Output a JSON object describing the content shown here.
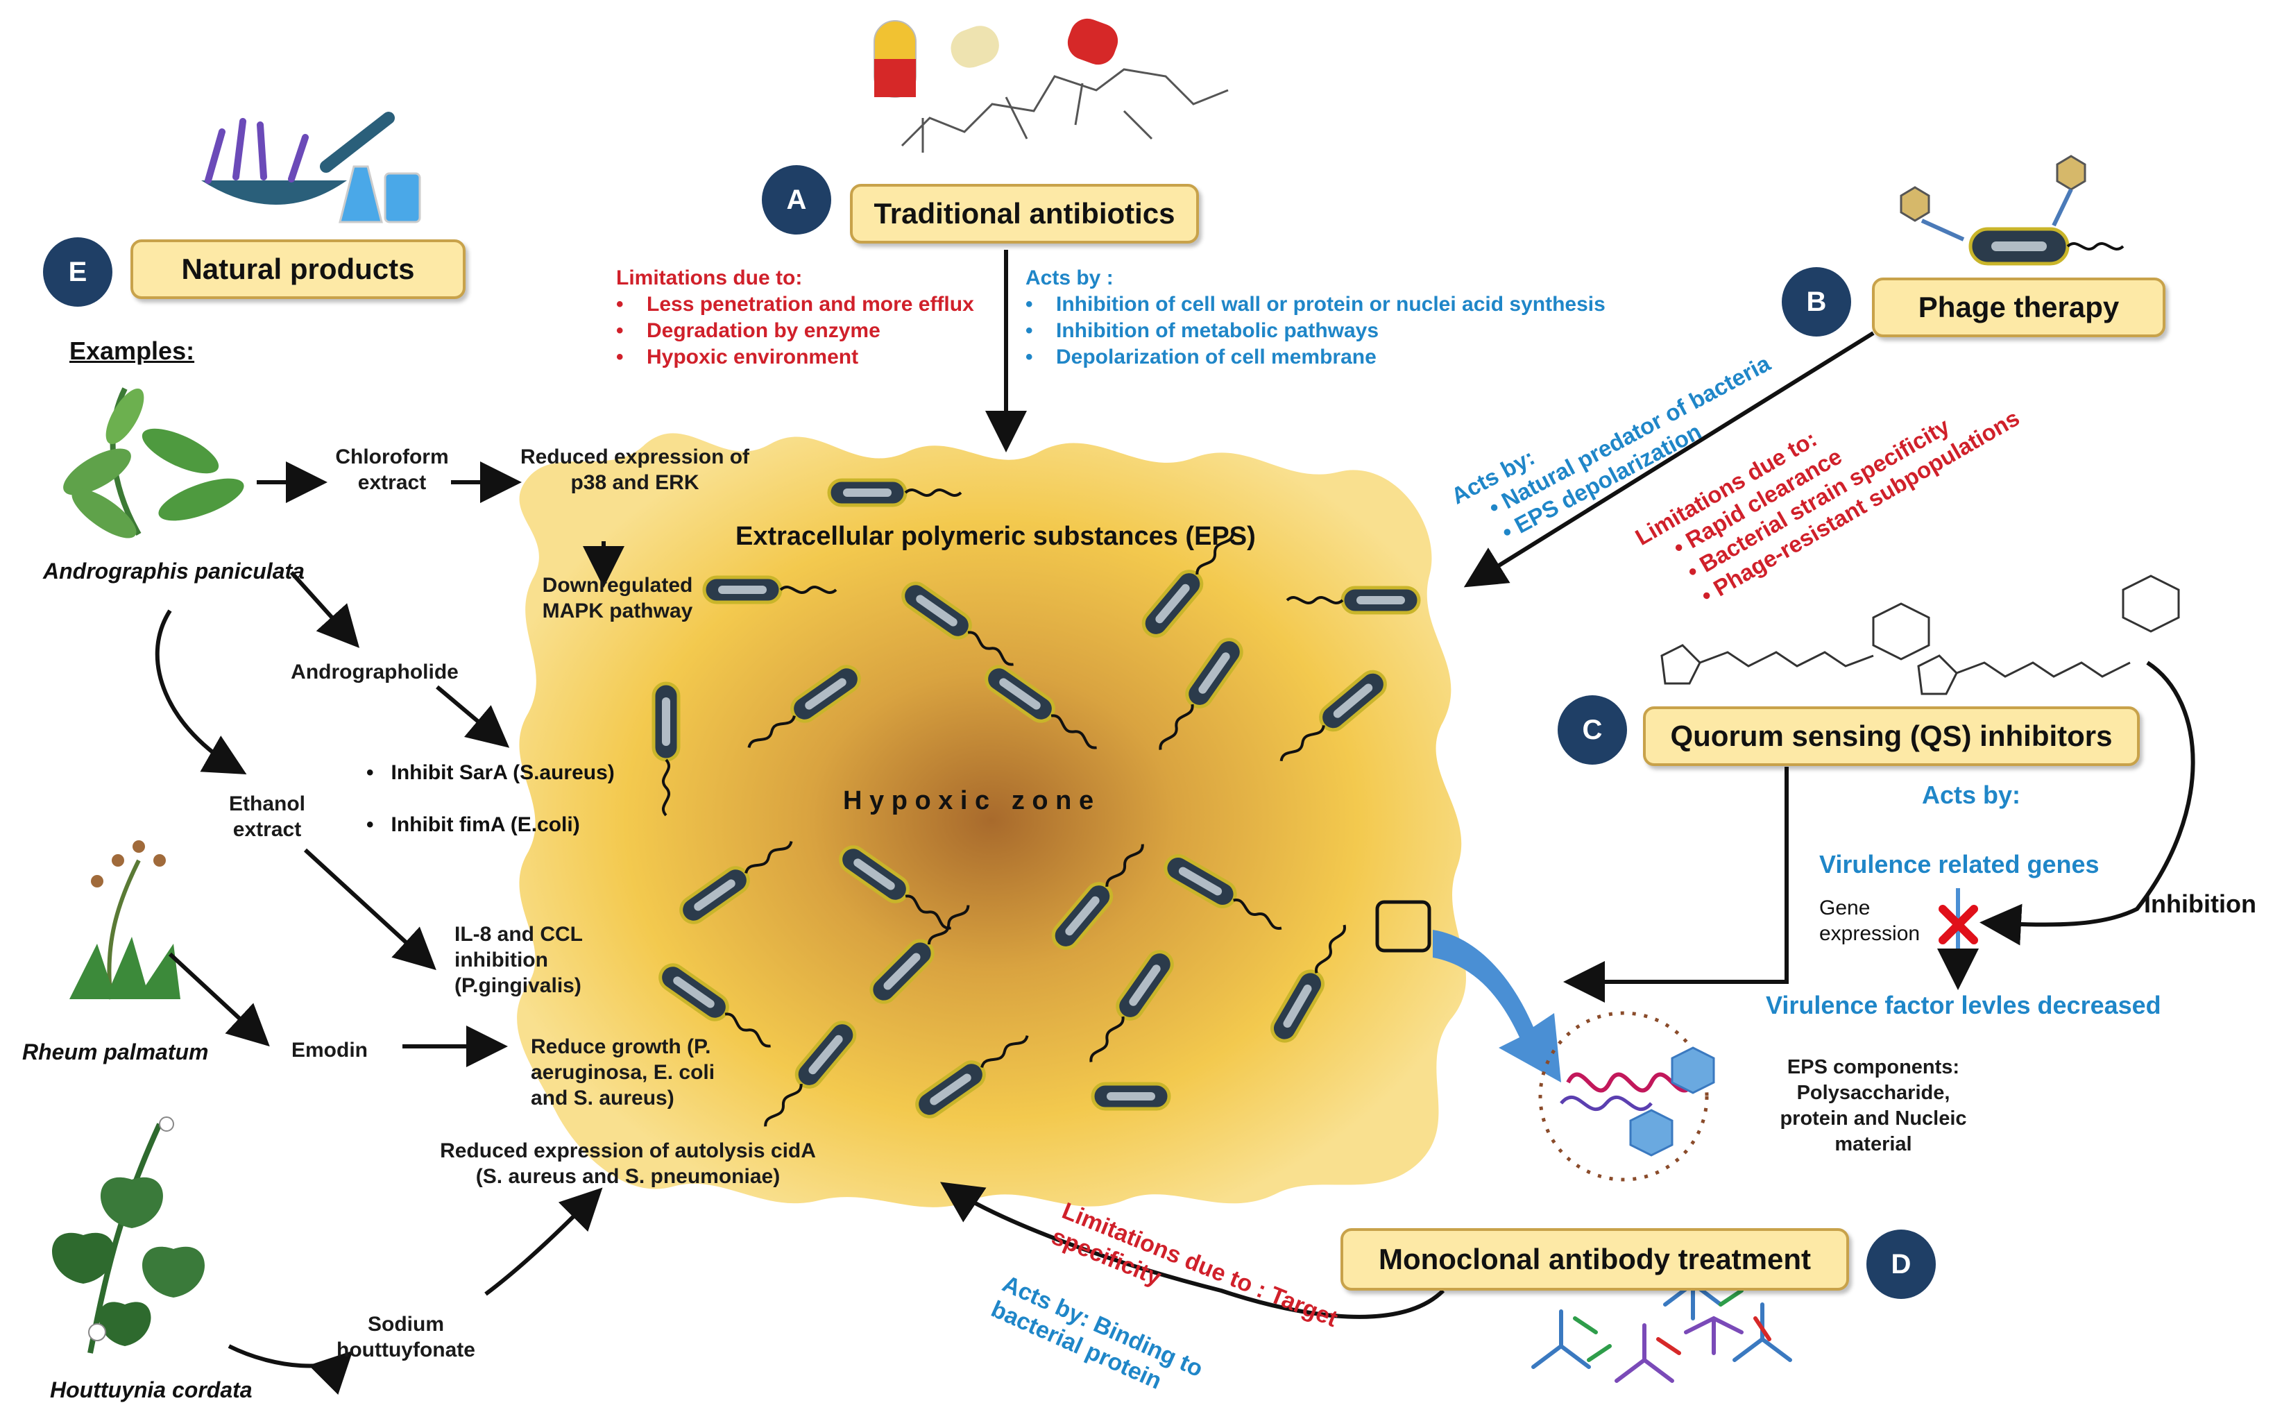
{
  "labels": {
    "A": {
      "letter": "A",
      "title": "Traditional antibiotics"
    },
    "B": {
      "letter": "B",
      "title": "Phage therapy"
    },
    "C": {
      "letter": "C",
      "title": "Quorum sensing (QS) inhibitors"
    },
    "D": {
      "letter": "D",
      "title": "Monoclonal antibody treatment"
    },
    "E": {
      "letter": "E",
      "title": "Natural products"
    }
  },
  "antibiotics": {
    "limitations_title": "Limitations due to:",
    "limitations": [
      "Less penetration and more efflux",
      "Degradation by enzyme",
      "Hypoxic environment"
    ],
    "acts_title": "Acts by :",
    "acts": [
      "Inhibition of cell wall or protein or nuclei acid synthesis",
      "Inhibition of metabolic pathways",
      "Depolarization of cell membrane"
    ]
  },
  "phage": {
    "acts_title": "Acts by:",
    "acts": [
      "Natural predator of bacteria",
      "EPS depolarization"
    ],
    "limitations_title": "Limitations due to:",
    "limitations": [
      "Rapid clearance",
      "Bacterial strain specificity",
      "Phage-resistant subpopulations"
    ]
  },
  "qs": {
    "acts_title": "Acts by:",
    "virulence_genes": "Virulence related genes",
    "gene_expression": "Gene expression",
    "inhibition": "Inhibition",
    "virulence_decreased": "Virulence factor levles decreased"
  },
  "biofilm": {
    "eps": "Extracellular polymeric substances (EPS)",
    "hypoxic": "H y p o x i c   z o n e",
    "eps_components": "EPS components: Polysaccharide, protein and Nucleic material"
  },
  "mab": {
    "limitations": "Limitations due to : Target specificity",
    "acts": "Acts by: Binding to bacterial protein"
  },
  "natural": {
    "examples": "Examples:",
    "plants": [
      "Andrographis paniculata",
      "Rheum palmatum",
      "Houttuynia cordata"
    ],
    "chloroform": "Chloroform extract",
    "reduced_p38": "Reduced expression of p38 and ERK",
    "mapk": "Downregulated MAPK pathway",
    "andrographolide": "Andrographolide",
    "sara": "Inhibit SarA (S.aureus)",
    "fima": "Inhibit fimA (E.coli)",
    "ethanol": "Ethanol extract",
    "il8": "IL-8 and CCL inhibition (P.gingivalis)",
    "emodin": "Emodin",
    "reduce_growth": "Reduce growth (P. aeruginosa, E. coli and S. aureus)",
    "cida": "Reduced expression of autolysis cidA (S. aureus and S. pneumoniae)",
    "sodium": "Sodium houttuyfonate"
  },
  "colors": {
    "box_fill": "#fde9a6",
    "box_border": "#c8a24a",
    "circle": "#1f3f66",
    "red": "#d0202a",
    "blue": "#1f86c8",
    "biofilm": "#f3c44a"
  }
}
